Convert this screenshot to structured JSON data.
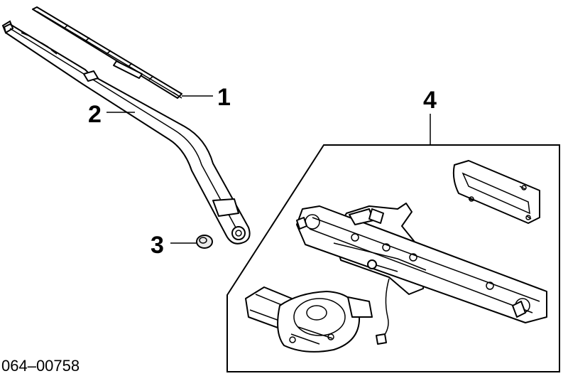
{
  "diagram": {
    "callouts": [
      {
        "id": "1",
        "label": "1"
      },
      {
        "id": "2",
        "label": "2"
      },
      {
        "id": "3",
        "label": "3"
      },
      {
        "id": "4",
        "label": "4"
      }
    ],
    "part_number": "064–00758"
  }
}
